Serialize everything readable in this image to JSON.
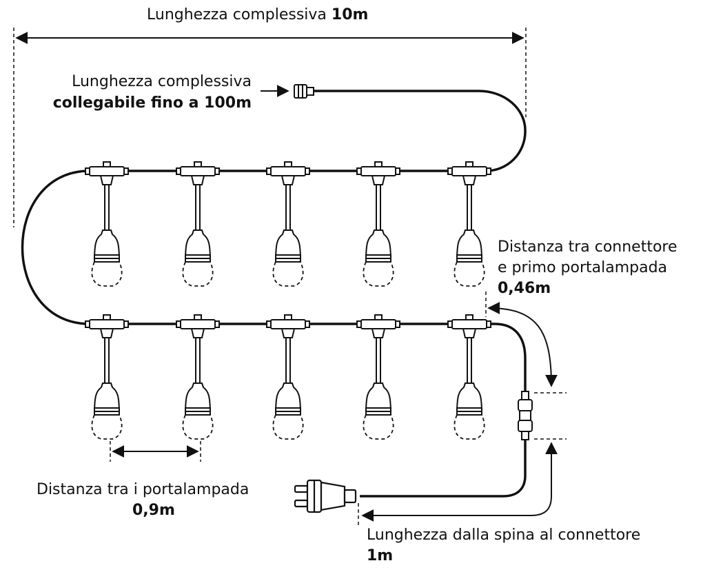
{
  "labels": {
    "total_length_prefix": "Lunghezza complessiva",
    "total_length_value": "10m",
    "connectable_line1": "Lunghezza complessiva",
    "connectable_line2": "collegabile fino a 100m",
    "connector_distance_line1": "Distanza tra connettore",
    "connector_distance_line2": "e primo portalampada",
    "connector_distance_value": "0,46m",
    "holder_spacing_text": "Distanza tra i portalampada",
    "holder_spacing_value": "0,9m",
    "plug_length_text": "Lunghezza dalla spina al connettore",
    "plug_length_value": "1m"
  },
  "colors": {
    "line": "#111111",
    "background": "#ffffff"
  },
  "lamp_rows": 2,
  "lamps_per_row": 5
}
